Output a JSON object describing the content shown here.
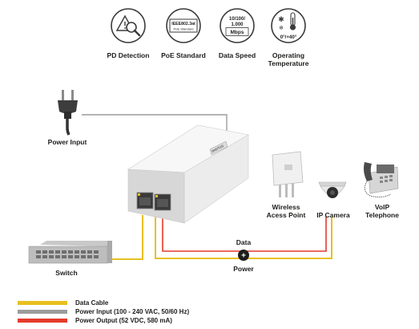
{
  "features": [
    {
      "label": "PD Detection",
      "icon": "search-icon"
    },
    {
      "label": "PoE Standard",
      "icon": "standard-badge-icon",
      "badge_line1": "IEEE802.3at",
      "badge_line2": "PoE Standard"
    },
    {
      "label": "Data Speed",
      "icon": "speed-badge-icon",
      "badge_line1": "10/100/",
      "badge_line2": "1.000",
      "badge_line3": "Mbps"
    },
    {
      "label": "Operating Temperature",
      "label_line1": "Operating",
      "label_line2": "Temperature",
      "icon": "thermometer-icon",
      "temp_range": "0°/+40°"
    }
  ],
  "injector_brand": "DIGITUS",
  "devices": {
    "power_input": "Power Input",
    "switch": "Switch",
    "access_point_line1": "Wireless",
    "access_point_line2": "Acess Point",
    "ip_camera": "IP Camera",
    "voip_line1": "VoIP",
    "voip_line2": "Telephone"
  },
  "junction": {
    "top": "Data",
    "symbol": "+",
    "bottom": "Power"
  },
  "legend": [
    {
      "label": "Data Cable",
      "color": "#e8c020"
    },
    {
      "label": "Power Input (100 - 240 VAC, 50/60 Hz)",
      "color": "#9c9c9c"
    },
    {
      "label": "Power Output (52 VDC, 580 mA)",
      "color": "#e43a2a"
    }
  ],
  "colors": {
    "data_cable": "#e8c020",
    "power_input": "#9c9c9c",
    "power_output": "#e43a2a"
  }
}
